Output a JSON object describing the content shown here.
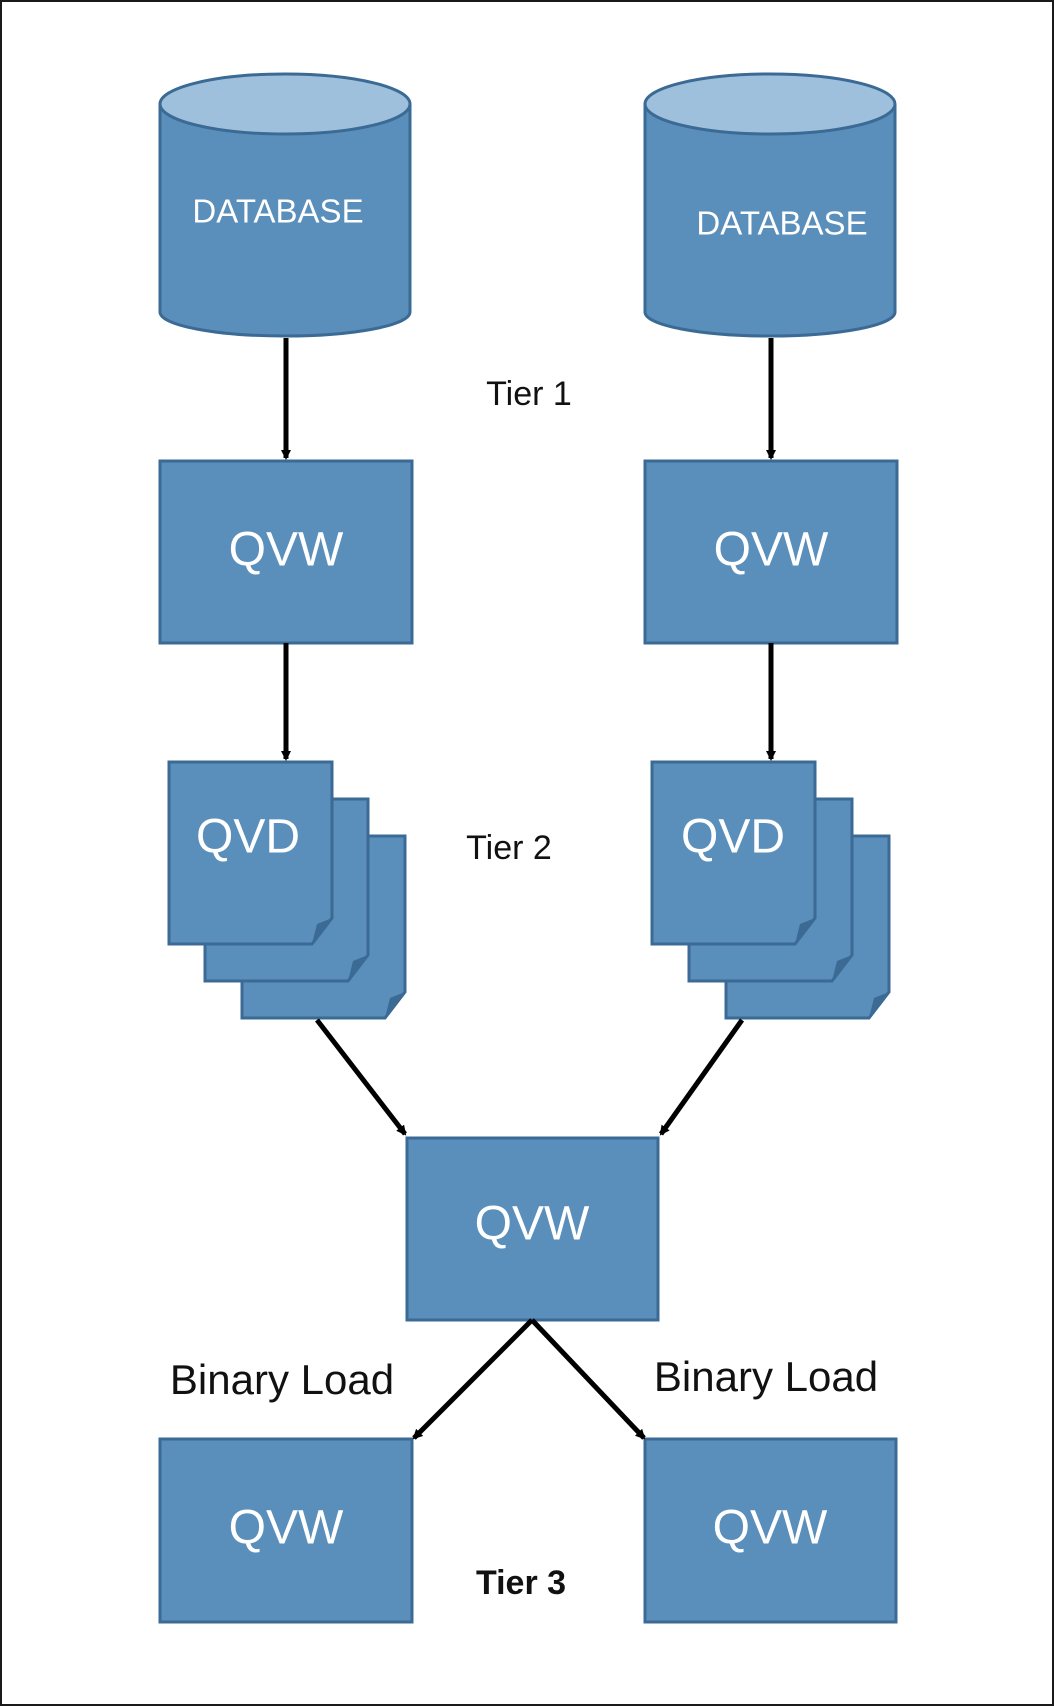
{
  "colors": {
    "fill": "#5b8fbb",
    "fill_dark": "#467aa6",
    "stroke": "#3b6a94",
    "cyl_top": "#9ec0dc",
    "arrow": "#000000"
  },
  "nodes": {
    "db_left": "DATABASE",
    "db_right": "DATABASE",
    "qvw_tier1_left": "QVW",
    "qvw_tier1_right": "QVW",
    "qvd_left": "QVD",
    "qvd_right": "QVD",
    "qvw_center": "QVW",
    "qvw_tier3_left": "QVW",
    "qvw_tier3_right": "QVW"
  },
  "labels": {
    "tier1": "Tier 1",
    "tier2": "Tier 2",
    "tier3": "Tier 3",
    "binary_load_left": "Binary Load",
    "binary_load_right": "Binary Load"
  },
  "icons": {
    "database": "cylinder-icon",
    "qvd": "stacked-documents-icon"
  }
}
